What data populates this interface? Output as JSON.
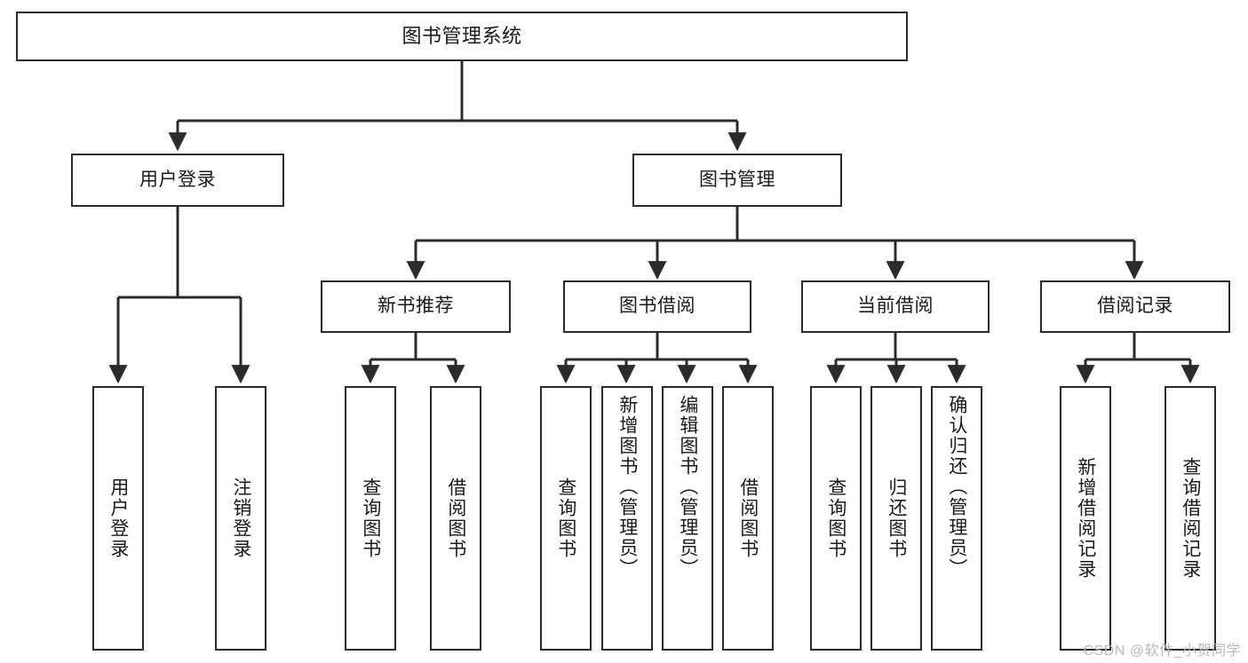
{
  "diagram": {
    "type": "tree-hierarchy",
    "title": "图书管理系统",
    "orientation": "top-down",
    "colors": {
      "node_border": "#2b2b2b",
      "node_fill": "#ffffff",
      "edge": "#2b2b2b",
      "text": "#1a1a1a",
      "watermark": "#b9b9b9",
      "background": "#ffffff"
    },
    "levels": {
      "root": {
        "label": "图书管理系统"
      },
      "level1": [
        {
          "label": "用户登录"
        },
        {
          "label": "图书管理"
        }
      ],
      "level2": [
        {
          "label": "新书推荐"
        },
        {
          "label": "图书借阅"
        },
        {
          "label": "当前借阅"
        },
        {
          "label": "借阅记录"
        }
      ],
      "leaves": {
        "user_login": [
          {
            "label": "用户登录"
          },
          {
            "label": "注销登录"
          }
        ],
        "new_book_recommend": [
          {
            "label": "查询图书"
          },
          {
            "label": "借阅图书"
          }
        ],
        "book_borrow": [
          {
            "label": "查询图书"
          },
          {
            "label": "新增图书（管理员）"
          },
          {
            "label": "编辑图书（管理员）"
          },
          {
            "label": "借阅图书"
          }
        ],
        "current_borrow": [
          {
            "label": "查询图书"
          },
          {
            "label": "归还图书"
          },
          {
            "label": "确认归还（管理员）"
          }
        ],
        "borrow_record": [
          {
            "label": "新增借阅记录"
          },
          {
            "label": "查询借阅记录"
          }
        ]
      }
    }
  },
  "watermark": {
    "text": "CSDN @软件_小贺同学"
  }
}
